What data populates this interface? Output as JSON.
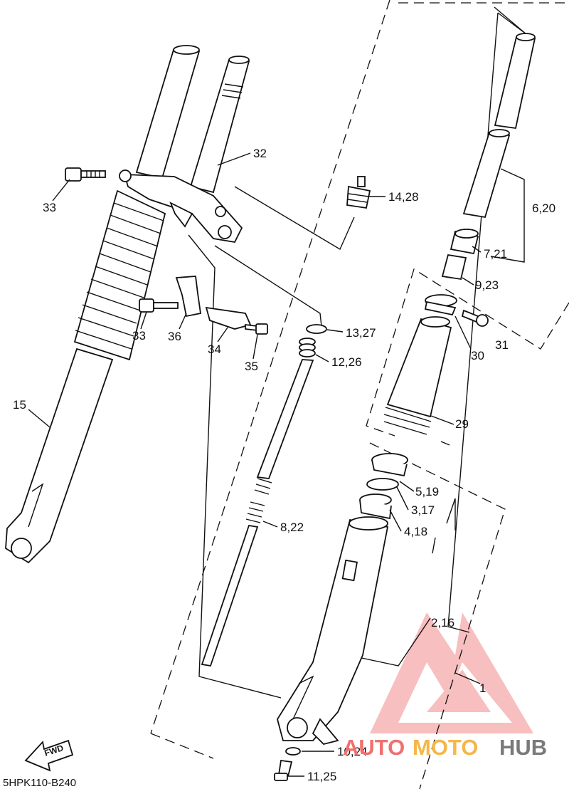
{
  "diagram_code": "5HPK110-B240",
  "fwd_label": "FWD",
  "watermark": {
    "auto": "AUTO",
    "moto": "MOTO",
    "hub": "HUB"
  },
  "labels": [
    {
      "id": "p1",
      "text": "1"
    },
    {
      "id": "p2",
      "text": "2,16"
    },
    {
      "id": "p3",
      "text": "3,17"
    },
    {
      "id": "p4",
      "text": "4,18"
    },
    {
      "id": "p5",
      "text": "5,19"
    },
    {
      "id": "p6",
      "text": "6,20"
    },
    {
      "id": "p7",
      "text": "7,21"
    },
    {
      "id": "p8",
      "text": "8,22"
    },
    {
      "id": "p9",
      "text": "9,23"
    },
    {
      "id": "p10",
      "text": "10,24"
    },
    {
      "id": "p11",
      "text": "11,25"
    },
    {
      "id": "p12",
      "text": "12,26"
    },
    {
      "id": "p13",
      "text": "13,27"
    },
    {
      "id": "p14",
      "text": "14,28"
    },
    {
      "id": "p15",
      "text": "15"
    },
    {
      "id": "p29",
      "text": "29"
    },
    {
      "id": "p30",
      "text": "30"
    },
    {
      "id": "p31",
      "text": "31"
    },
    {
      "id": "p32",
      "text": "32"
    },
    {
      "id": "p33a",
      "text": "33"
    },
    {
      "id": "p33b",
      "text": "33"
    },
    {
      "id": "p34",
      "text": "34"
    },
    {
      "id": "p35",
      "text": "35"
    },
    {
      "id": "p36",
      "text": "36"
    }
  ]
}
